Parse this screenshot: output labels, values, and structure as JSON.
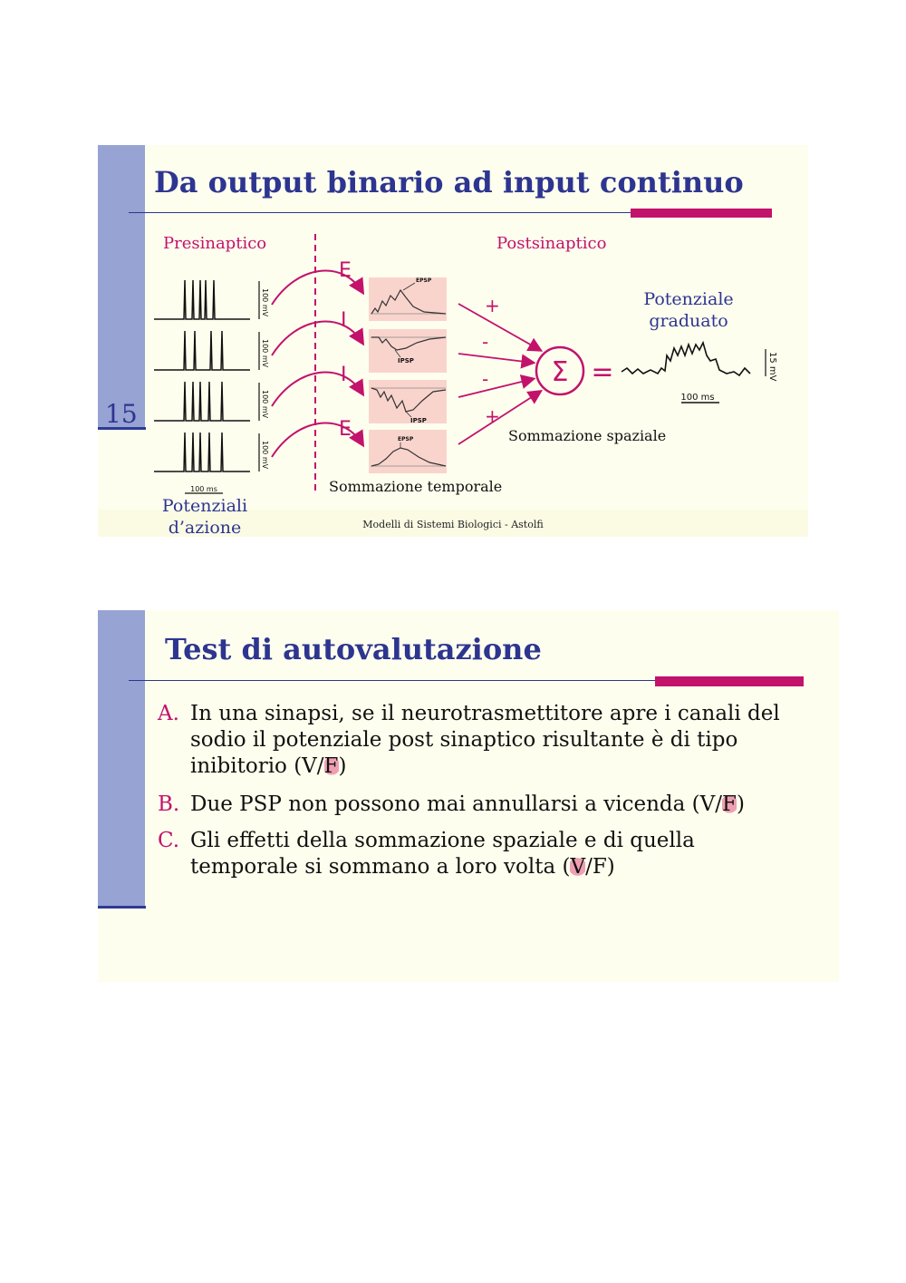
{
  "slide1": {
    "title": "Da output binario ad input continuo",
    "page_number": "15",
    "labels": {
      "presinaptico": "Presinaptico",
      "postsinaptico": "Postsinaptico",
      "potenziale_graduato": "Potenziale graduato",
      "potenziali_azione": "Potenziali d’azione",
      "sommazione_spaziale": "Sommazione spaziale",
      "sommazione_temporale": "Sommazione temporale"
    },
    "inputs": [
      {
        "type": "E",
        "sign": "+",
        "psp": "EPSP",
        "scale": "100 mV"
      },
      {
        "type": "I",
        "sign": "-",
        "psp": "IPSP",
        "scale": "100 mV"
      },
      {
        "type": "I",
        "sign": "-",
        "psp": "IPSP",
        "scale": "100 mV"
      },
      {
        "type": "E",
        "sign": "+",
        "psp": "EPSP",
        "scale": "100 mV"
      }
    ],
    "sum_symbol": "Σ",
    "equals_symbol": "=",
    "time_scale_left": "100 ms",
    "time_scale_right": "100 ms",
    "voltage_scale_right": "15 mV",
    "footer": "Modelli di Sistemi Biologici - Astolfi",
    "colors": {
      "accent": "#c2126c",
      "title": "#2d3590",
      "sidebar": "#96a3d3",
      "psp_box": "#f9d4cc"
    }
  },
  "slide2": {
    "title": "Test di autovalutazione",
    "items": [
      {
        "letter": "A.",
        "text_lines": [
          "In una sinapsi, se il neurotrasmettitore apre i canali del",
          "sodio il potenziale post sinaptico risultante è di tipo",
          "inibitorio (V/"
        ],
        "highlight": "F",
        "tail": ")"
      },
      {
        "letter": "B.",
        "text_lines": [
          "Due PSP non possono mai annullarsi a vicenda (V/"
        ],
        "highlight": "F",
        "tail": ")"
      },
      {
        "letter": "C.",
        "text_lines": [
          "Gli effetti della sommazione spaziale e di quella",
          "temporale si sommano a loro volta ("
        ],
        "highlight": "V",
        "tail": "/F)"
      }
    ]
  }
}
